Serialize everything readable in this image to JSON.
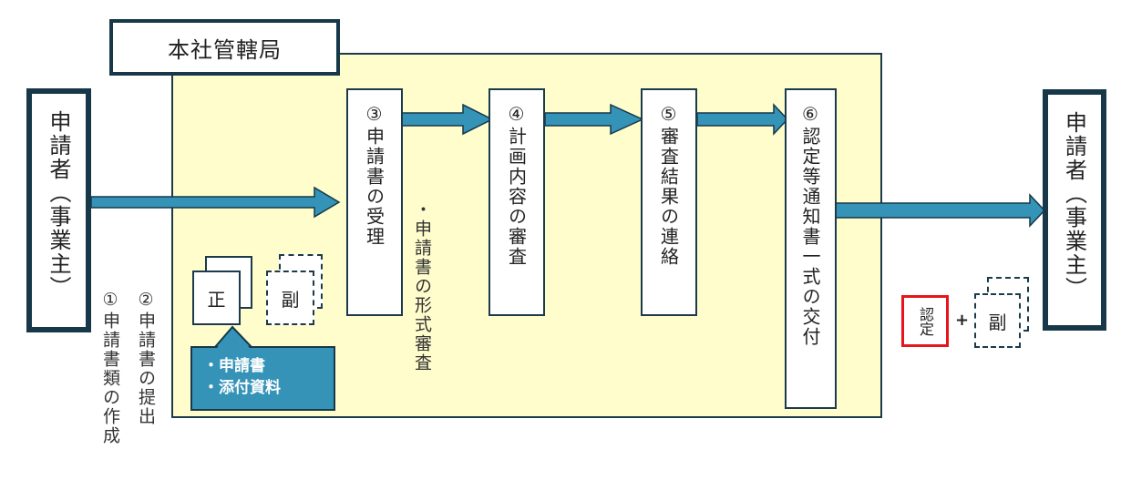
{
  "headquarters": {
    "label": "本社管轄局"
  },
  "applicant_left": {
    "label": "申請者（事業主）"
  },
  "applicant_right": {
    "label": "申請者（事業主）"
  },
  "applicant_steps": [
    {
      "label": "①申請書類の作成"
    },
    {
      "label": "②申請書の提出"
    }
  ],
  "documents": {
    "original": "正",
    "copy": "副",
    "callout_items": [
      "・申請書",
      "・添付資料"
    ]
  },
  "steps": [
    {
      "label": "③申請書の受理"
    },
    {
      "label": "④計画内容の審査"
    },
    {
      "label": "⑤審査結果の連絡"
    },
    {
      "label": "⑥認定等通知書一式の交付"
    }
  ],
  "step3_note": "・申請書の形式審査",
  "result": {
    "certificate": "認定",
    "plus": "+",
    "copy": "副"
  },
  "colors": {
    "arrow": "#3593b8",
    "border": "#163848",
    "region": "#fffdcc",
    "certificate_border": "#e8141c"
  }
}
